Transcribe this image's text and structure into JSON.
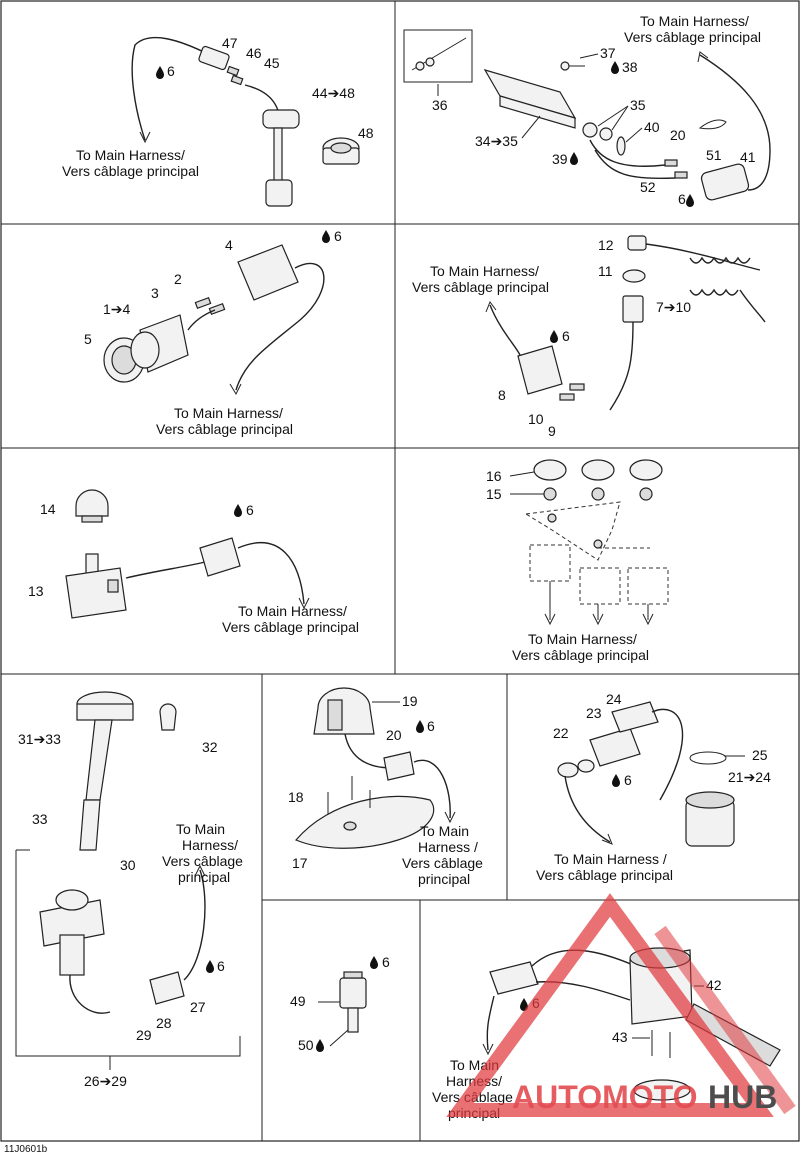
{
  "harness_label": [
    "To Main Harness/",
    "Vers câblage principal"
  ],
  "harness_label_spaced": [
    "To Main Harness /",
    "Vers câblage principal"
  ],
  "harness_label_4": [
    "To Main",
    "Harness/",
    "Vers câblage",
    "principal"
  ],
  "harness_label_4b": [
    "To Main",
    "Harness /",
    "Vers câblage",
    "principal"
  ],
  "panels": {
    "p1": {
      "labels": [
        "47",
        "46",
        "45",
        "6",
        "44➔48",
        "48"
      ]
    },
    "p2": {
      "labels": [
        "37",
        "38",
        "36",
        "35",
        "40",
        "34➔35",
        "20",
        "39",
        "51",
        "41",
        "52",
        "6"
      ]
    },
    "p3": {
      "labels": [
        "4",
        "6",
        "2",
        "3",
        "1➔4",
        "5"
      ]
    },
    "p4": {
      "labels": [
        "12",
        "11",
        "7➔10",
        "6",
        "8",
        "10",
        "9"
      ]
    },
    "p5": {
      "labels": [
        "14",
        "6",
        "13"
      ]
    },
    "p6": {
      "labels": [
        "16",
        "15"
      ]
    },
    "p7": {
      "labels": [
        "31➔33",
        "32",
        "33",
        "30",
        "6",
        "28",
        "27",
        "29",
        "26➔29"
      ]
    },
    "p8": {
      "labels": [
        "19",
        "20",
        "6",
        "18",
        "17"
      ]
    },
    "p9": {
      "labels": [
        "24",
        "23",
        "22",
        "25",
        "6",
        "21➔24"
      ]
    },
    "p10": {
      "labels": [
        "6",
        "49",
        "50"
      ]
    },
    "p11": {
      "labels": [
        "42",
        "6",
        "43"
      ]
    }
  },
  "watermark": {
    "text_a": "AUTOMOTO",
    "text_b": "HUB",
    "color_red": "#e0393e",
    "color_dark": "#3a3a3a"
  },
  "footer_code": "11J0601b"
}
